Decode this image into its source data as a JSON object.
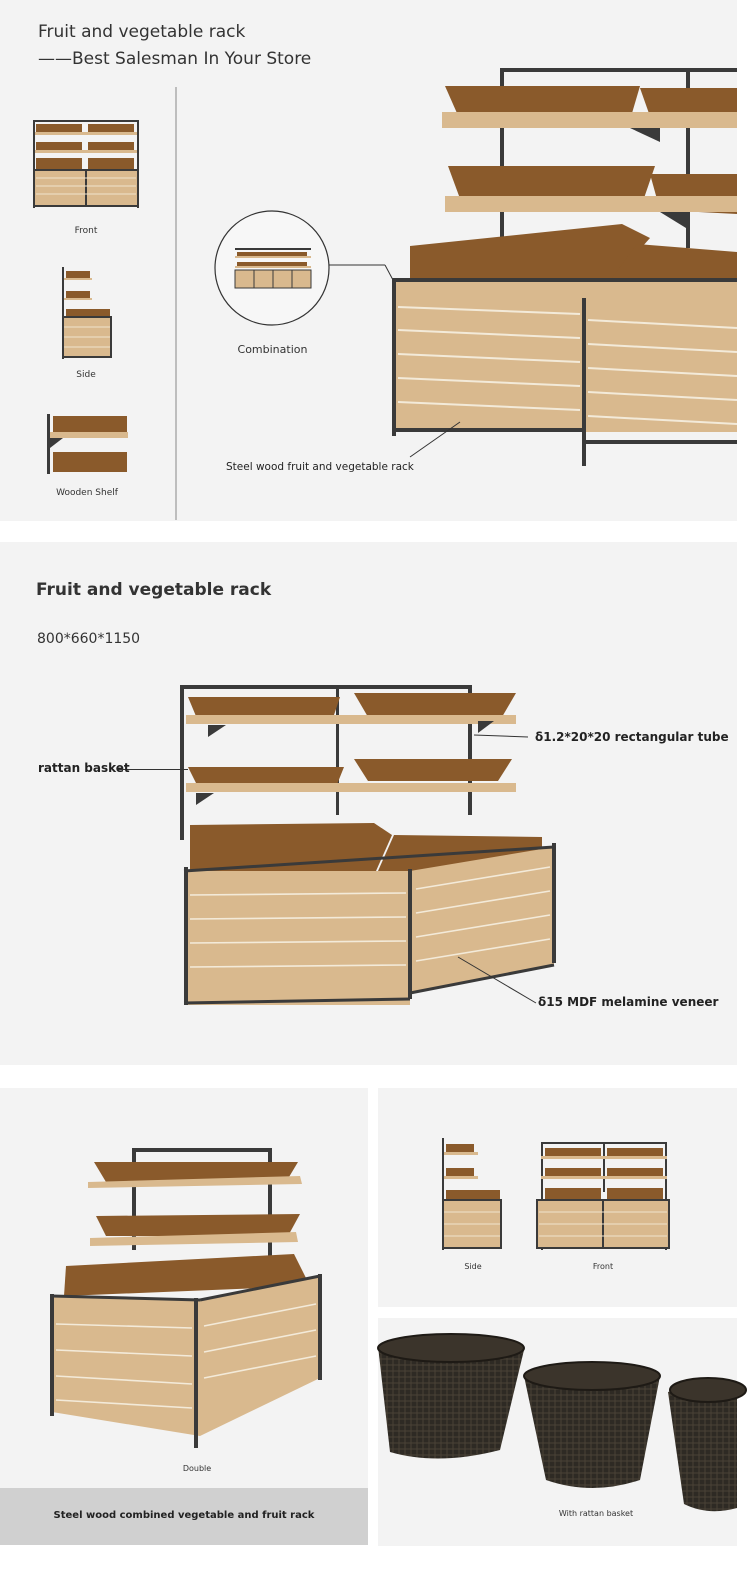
{
  "section1": {
    "title_line1": "Fruit and vegetable rack",
    "title_line2": "——Best Salesman In Your Store",
    "thumb_front": "Front",
    "thumb_side": "Side",
    "thumb_shelf": "Wooden Shelf",
    "combination": "Combination",
    "main_caption": "Steel wood fruit and vegetable rack"
  },
  "section2": {
    "title": "Fruit and vegetable rack",
    "dimensions": "800*660*1150",
    "label_tube": "δ1.2*20*20 rectangular tube",
    "label_basket": "rattan basket",
    "label_veneer": "δ15 MDF melamine veneer"
  },
  "section3": {
    "double_caption": "Double",
    "banner": "Steel wood combined vegetable and fruit rack",
    "side": "Side",
    "front": "Front",
    "basket_caption": "With rattan basket"
  },
  "colors": {
    "panel_bg": "#f3f3f3",
    "steel": "#3a3a3a",
    "wood": "#d9b98e",
    "rattan": "#8a5a2b",
    "dark_basket": "#2e2a24",
    "banner_bg": "#d0d0d0"
  }
}
